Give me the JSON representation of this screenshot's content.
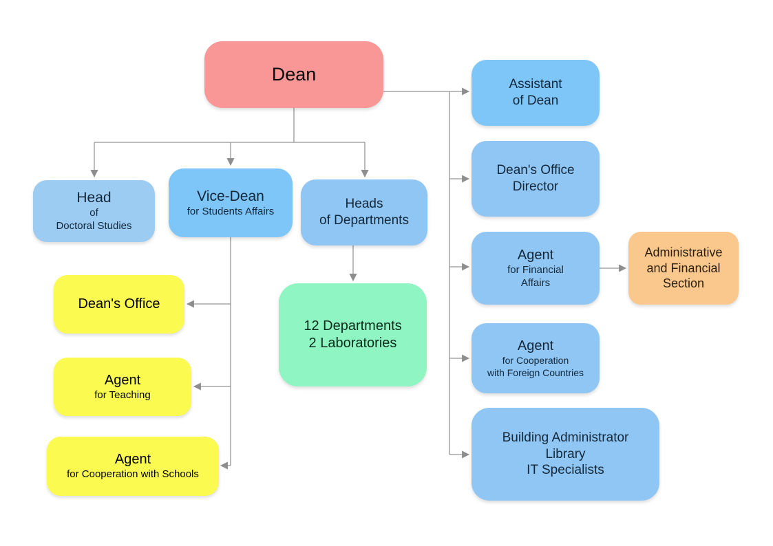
{
  "diagram_type": "org-chart",
  "nodes": {
    "dean": {
      "title": "Dean"
    },
    "assistant_of_dean": {
      "title": "Assistant\nof Dean"
    },
    "deans_office_director": {
      "title": "Dean's Office\nDirector"
    },
    "agent_financial": {
      "title": "Agent",
      "subtitle": "for Financial\nAffairs"
    },
    "admin_financial_section": {
      "title": "Administrative\nand Financial\nSection"
    },
    "agent_foreign": {
      "title": "Agent",
      "subtitle": "for Cooperation\nwith Foreign Countries"
    },
    "building_admin": {
      "title": "Building Administrator\nLibrary\nIT Specialists"
    },
    "head_doctoral": {
      "title": "Head",
      "subtitle": "of\nDoctoral Studies"
    },
    "vice_dean": {
      "title": "Vice-Dean",
      "subtitle": "for Students Affairs"
    },
    "heads_departments": {
      "title": "Heads\nof Departments"
    },
    "deans_office": {
      "title": "Dean's Office"
    },
    "agent_teaching": {
      "title": "Agent",
      "subtitle": "for Teaching"
    },
    "agent_schools": {
      "title": "Agent",
      "subtitle": "for Cooperation with Schools"
    },
    "departments_labs": {
      "title": "12 Departments\n2 Laboratories"
    }
  },
  "edges": [
    {
      "from": "dean",
      "to": "assistant_of_dean"
    },
    {
      "from": "dean",
      "to": "deans_office_director"
    },
    {
      "from": "dean",
      "to": "agent_financial"
    },
    {
      "from": "agent_financial",
      "to": "admin_financial_section"
    },
    {
      "from": "dean",
      "to": "agent_foreign"
    },
    {
      "from": "dean",
      "to": "building_admin"
    },
    {
      "from": "dean",
      "to": "head_doctoral"
    },
    {
      "from": "dean",
      "to": "vice_dean"
    },
    {
      "from": "dean",
      "to": "heads_departments"
    },
    {
      "from": "vice_dean",
      "to": "deans_office"
    },
    {
      "from": "vice_dean",
      "to": "agent_teaching"
    },
    {
      "from": "vice_dean",
      "to": "agent_schools"
    },
    {
      "from": "heads_departments",
      "to": "departments_labs"
    }
  ],
  "colors": {
    "dean_fill": "#F99797",
    "blue_fill": "#8FC6F3",
    "blue_bright_fill": "#7EC5F8",
    "blue_light_fill": "#9CCCF2",
    "yellow_fill": "#FAFA50",
    "green_fill": "#8FF5C3",
    "orange_fill": "#FAC88D",
    "connector": "#8E8E8E",
    "background": "#FFFFFF"
  }
}
